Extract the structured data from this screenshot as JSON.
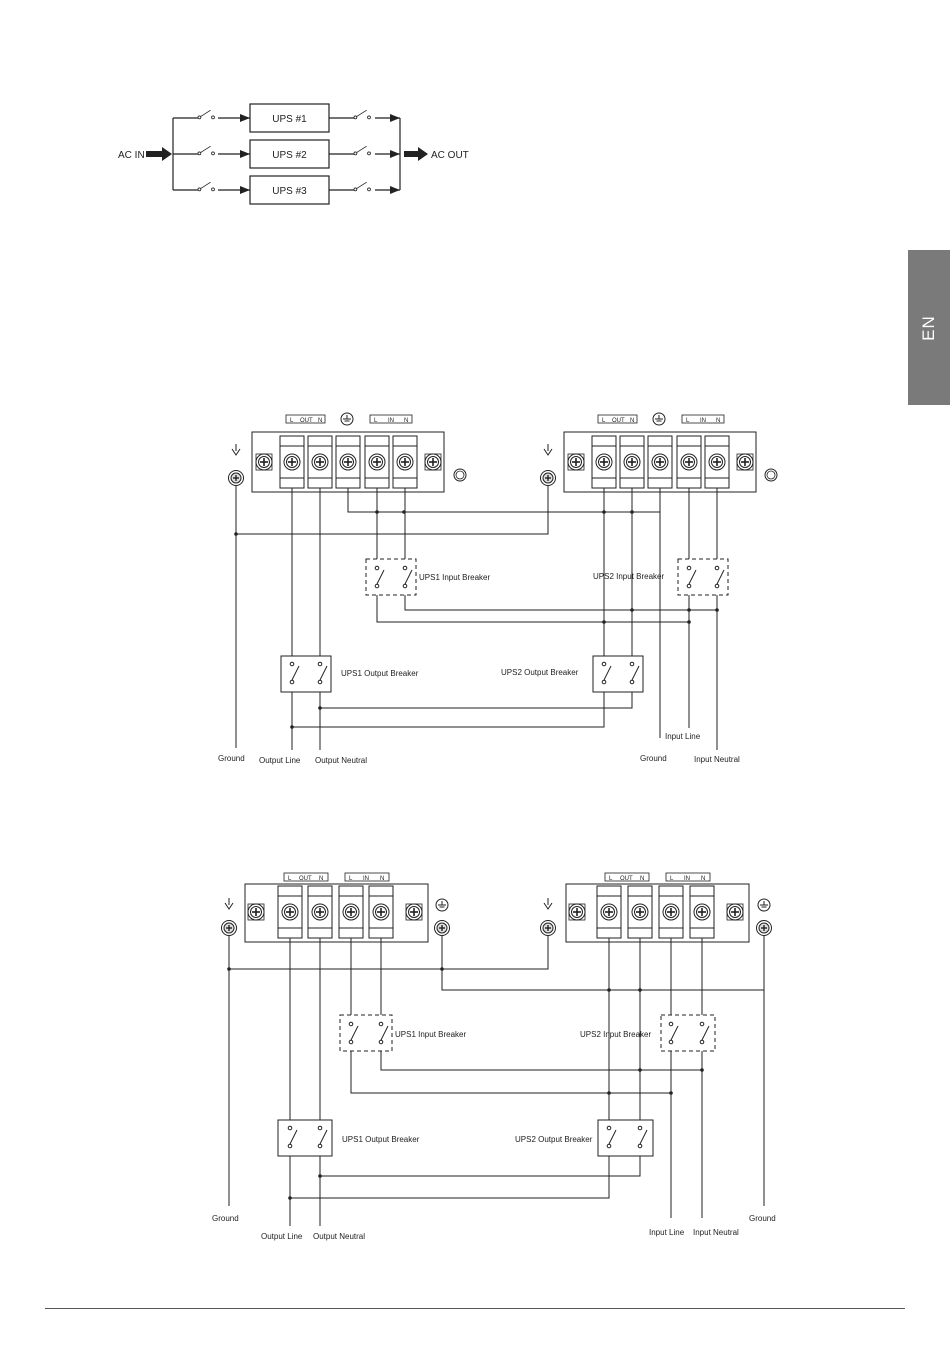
{
  "side_tab": {
    "label": "EN"
  },
  "parallel_block": {
    "ac_in": "AC IN",
    "ac_out": "AC OUT",
    "units": [
      "UPS #1",
      "UPS #2",
      "UPS #3"
    ]
  },
  "terminal_labels": {
    "l": "L",
    "out": "OUT",
    "n": "N",
    "in": "IN"
  },
  "wiring_1": {
    "ups1_input_breaker": "UPS1 Input Breaker",
    "ups2_input_breaker": "UPS2 Input Breaker",
    "ups1_output_breaker": "UPS1 Output Breaker",
    "ups2_output_breaker": "UPS2 Output Breaker",
    "ground_left": "Ground",
    "output_line": "Output Line",
    "output_neutral": "Output Neutral",
    "input_line": "Input Line",
    "ground_right": "Ground",
    "input_neutral": "Input Neutral"
  },
  "wiring_2": {
    "ups1_input_breaker": "UPS1 Input Breaker",
    "ups2_input_breaker": "UPS2 Input Breaker",
    "ups1_output_breaker": "UPS1 Output Breaker",
    "ups2_output_breaker": "UPS2 Output Breaker",
    "ground_left": "Ground",
    "output_line": "Output Line",
    "output_neutral": "Output Neutral",
    "input_line": "Input Line",
    "input_neutral": "Input Neutral",
    "ground_right": "Ground"
  }
}
